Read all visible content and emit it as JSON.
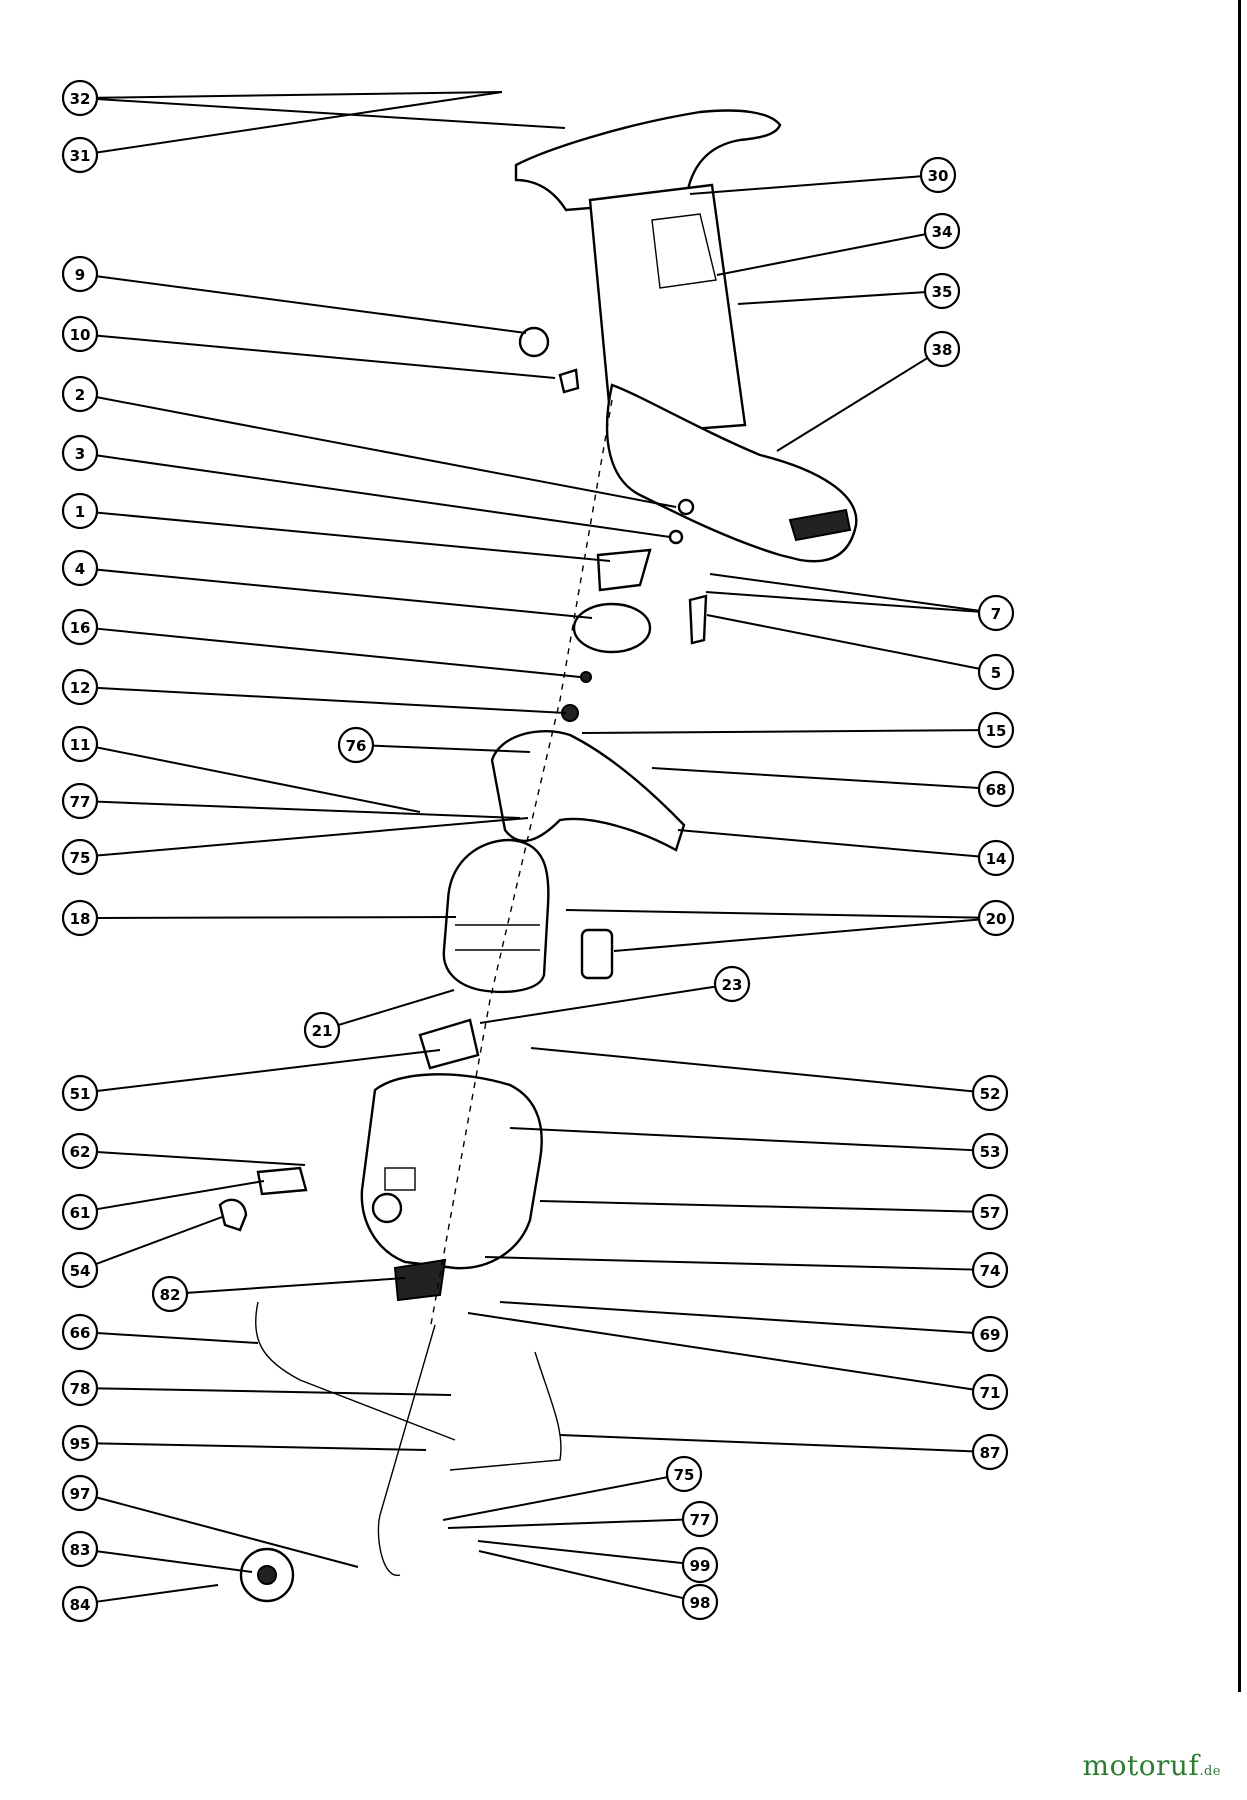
{
  "figure": {
    "callouts": [
      {
        "label": "32"
      },
      {
        "label": "31"
      },
      {
        "label": "30"
      },
      {
        "label": "34"
      },
      {
        "label": "35"
      },
      {
        "label": "38"
      },
      {
        "label": "9"
      },
      {
        "label": "10"
      },
      {
        "label": "2"
      },
      {
        "label": "3"
      },
      {
        "label": "1"
      },
      {
        "label": "7"
      },
      {
        "label": "4"
      },
      {
        "label": "5"
      },
      {
        "label": "16"
      },
      {
        "label": "12"
      },
      {
        "label": "15"
      },
      {
        "label": "76"
      },
      {
        "label": "11"
      },
      {
        "label": "68"
      },
      {
        "label": "77"
      },
      {
        "label": "75"
      },
      {
        "label": "14"
      },
      {
        "label": "18"
      },
      {
        "label": "20"
      },
      {
        "label": "23"
      },
      {
        "label": "21"
      },
      {
        "label": "51"
      },
      {
        "label": "52"
      },
      {
        "label": "53"
      },
      {
        "label": "62"
      },
      {
        "label": "61"
      },
      {
        "label": "57"
      },
      {
        "label": "54"
      },
      {
        "label": "74"
      },
      {
        "label": "82"
      },
      {
        "label": "69"
      },
      {
        "label": "66"
      },
      {
        "label": "71"
      },
      {
        "label": "78"
      },
      {
        "label": "95"
      },
      {
        "label": "87"
      },
      {
        "label": "97"
      },
      {
        "label": "75"
      },
      {
        "label": "77"
      },
      {
        "label": "83"
      },
      {
        "label": "99"
      },
      {
        "label": "84"
      },
      {
        "label": "98"
      }
    ]
  },
  "watermark": {
    "brand": "motoruf",
    "tld": ".de",
    "color": "#2e7d32"
  }
}
